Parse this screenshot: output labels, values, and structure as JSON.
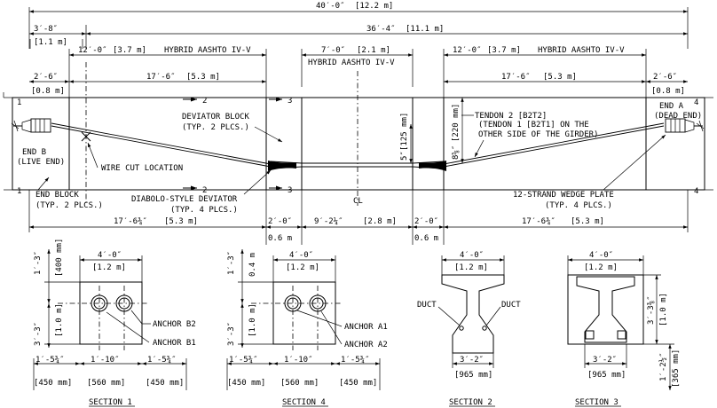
{
  "overall": {
    "length": "40′-0″",
    "length_m": "[12.2 m]",
    "left_offset": "3′-8″",
    "left_offset_m": "[1.1 m]",
    "right_span": "36′-4″",
    "right_span_m": "[11.1 m]"
  },
  "segments": {
    "hybrid_left": "12′-0″",
    "hybrid_left_m": "[3.7 m]",
    "hybrid_left_label": "HYBRID AASHTO IV-V",
    "center": "7′-0″",
    "center_m": "[2.1 m]",
    "center_label": "HYBRID AASHTO IV-V",
    "hybrid_right": "12′-0″",
    "hybrid_right_m": "[3.7 m]",
    "hybrid_right_label": "HYBRID AASHTO IV-V"
  },
  "upper_dims": {
    "end_left": "2′-6″",
    "end_left_m": "[0.8 m]",
    "span_left": "17′-6″",
    "span_left_m": "[5.3 m]",
    "span_right": "17′-6″",
    "span_right_m": "[5.3 m]",
    "end_right": "2′-6″",
    "end_right_m": "[0.8 m]"
  },
  "labels": {
    "deviator_block": "DEVIATOR BLOCK",
    "deviator_block_sub": "(TYP. 2 PLCS.)",
    "end_b": "END B",
    "end_b_sub": "(LIVE END)",
    "end_a": "END A",
    "end_a_sub": "(DEAD END)",
    "wire_cut": "WIRE CUT LOCATION",
    "tendon2": "TENDON 2 [B2T2]",
    "tendon2_sub1": "(TENDON 1 [B2T1] ON THE",
    "tendon2_sub2": "OTHER SIDE OF THE GIRDER)",
    "end_block": "END BLOCK",
    "end_block_sub": "(TYP. 2 PLCS.)",
    "diabolo": "DIABOLO-STYLE DEVIATOR",
    "diabolo_sub": "(TYP. 4 PLCS.)",
    "wedge_plate": "12-STRAND WEDGE PLATE",
    "wedge_plate_sub": "(TYP. 4 PLCS.)",
    "cl": "CL",
    "dim_5": "5″",
    "dim_125": "[125 mm]",
    "dim_858": "8⅝″",
    "dim_220": "[220 mm]"
  },
  "section_marks": {
    "s1": "1",
    "s2": "2",
    "s3": "3",
    "s4": "4"
  },
  "lower_dims": {
    "a": "17′-6¾″",
    "a_m": "[5.3 m]",
    "b": "2′-0″",
    "b_m": "0.6 m",
    "c": "9′-2¼″",
    "c_m": "[2.8 m]",
    "d": "2′-0″",
    "d_m": "0.6 m",
    "e": "17′-6¾″",
    "e_m": "[5.3 m]"
  },
  "section1": {
    "title": "SECTION 1",
    "width": "4′-0″",
    "width_m": "[1.2 m]",
    "top": "1′-3″",
    "top_m": "[400 mm]",
    "height": "3′-3″",
    "height_m": "[1.0 m]",
    "anchor_top": "ANCHOR B2",
    "anchor_bottom": "ANCHOR B1",
    "left": "1′-5¾″",
    "left_mm": "[450 mm]",
    "mid": "1′-10″",
    "mid_mm": "[560 mm]",
    "right": "1′-5¾″",
    "right_mm": "[450 mm]"
  },
  "section4": {
    "title": "SECTION 4",
    "width": "4′-0″",
    "width_m": "[1.2 m]",
    "top": "1′-3″",
    "top_m": "0.4 m",
    "height": "3′-3″",
    "height_m": "[1.0 m]",
    "anchor_top": "ANCHOR A1",
    "anchor_bottom": "ANCHOR A2",
    "left": "1′-5¾″",
    "left_mm": "[450 mm]",
    "mid": "1′-10″",
    "mid_mm": "[560 mm]",
    "right": "1′-5¾″",
    "right_mm": "[450 mm]"
  },
  "section2": {
    "title": "SECTION 2",
    "width": "4′-0″",
    "width_m": "[1.2 m]",
    "duct_left": "DUCT",
    "duct_right": "DUCT",
    "bottom": "3′-2″",
    "bottom_mm": "[965 mm]"
  },
  "section3": {
    "title": "SECTION 3",
    "width": "4′-0″",
    "width_m": "[1.2 m]",
    "height": "3′-3⅜″",
    "height_m": "[1.0 m]",
    "bottom": "3′-2″",
    "bottom_mm": "[965 mm]",
    "side": "1′-2½″",
    "side_mm": "[365 mm]"
  }
}
